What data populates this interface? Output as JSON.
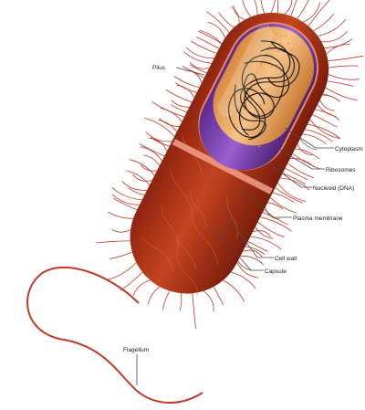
{
  "diagram": {
    "labels": {
      "pilus": "Pilus",
      "cytoplasm": "Cytoplasm",
      "ribosomes": "Ribosomes",
      "nucleoid": "Nucleoid (DNA)",
      "plasma_membrane": "Plasma membrane",
      "cell_wall": "Cell wall",
      "capsule": "Capsule",
      "flagellum": "Flagellum"
    },
    "colors": {
      "capsule": "#b5361a",
      "cell_wall": "#e58a6a",
      "plasma_membrane": "#7b3fb0",
      "cytoplasm": "#f0b77a",
      "dna": "#151515",
      "pili": "#c0392b"
    }
  }
}
